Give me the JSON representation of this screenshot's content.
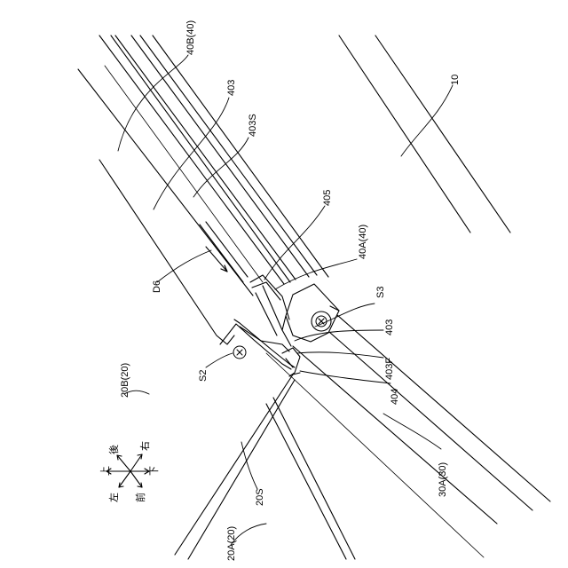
{
  "labels": {
    "l_40B": "40B(40)",
    "l_403_top": "403",
    "l_403S": "403S",
    "l_10": "10",
    "l_405": "405",
    "l_40A": "40A(40)",
    "l_S3": "S3",
    "l_D6": "D6",
    "l_403_mid": "403",
    "l_403F": "403F",
    "l_S2": "S2",
    "l_404": "404",
    "l_20B": "20B(20)",
    "l_30A": "30A(30)",
    "l_20S": "20S",
    "l_20A": "20A(20)"
  },
  "compass": {
    "up": "上",
    "back": "後",
    "right": "右",
    "left": "左",
    "front": "前",
    "down": "下"
  }
}
